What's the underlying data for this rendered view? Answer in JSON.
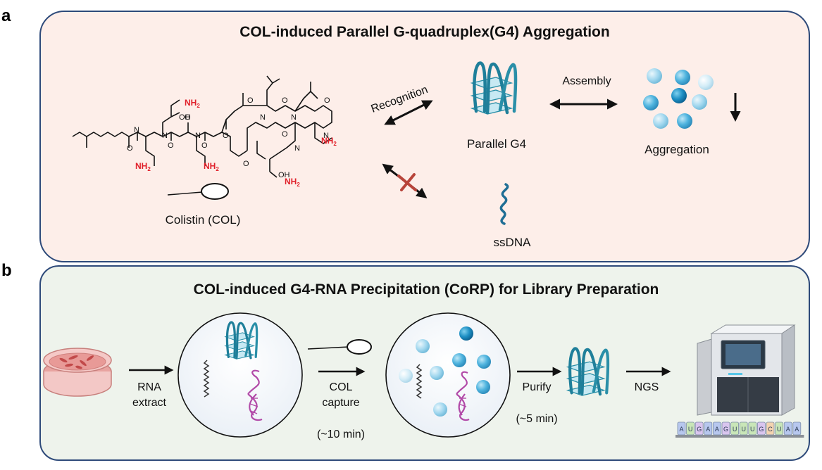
{
  "panel_a": {
    "letter": "a",
    "title": "COL-induced Parallel G-quadruplex(G4) Aggregation",
    "recognition_label": "Recognition",
    "assembly_label": "Assembly",
    "parallel_g4_label": "Parallel G4",
    "aggregation_label": "Aggregation",
    "ssdna_label": "ssDNA",
    "colistin_label": "Colistin (COL)",
    "chem": {
      "oh": "OH",
      "nh2": "NH",
      "nh2_sub": "2",
      "o": "O",
      "n": "N",
      "h": "H"
    }
  },
  "panel_b": {
    "letter": "b",
    "title": "COL-induced G4-RNA Precipitation (CoRP) for Library Preparation",
    "step1_line1": "RNA",
    "step1_line2": "extract",
    "step2_line1": "COL",
    "step2_line2": "capture",
    "step2_time": "(~10 min)",
    "step3_line1": "Purify",
    "step3_time": "(~5 min)",
    "step4_line1": "NGS",
    "sequence": [
      "A",
      "U",
      "G",
      "A",
      "A",
      "G",
      "U",
      "U",
      "U",
      "G",
      "C",
      "U",
      "A",
      "A"
    ]
  },
  "colors": {
    "panel_a_fill": "#fdeee9",
    "panel_b_fill": "#eef3ec",
    "panel_border": "#2e4a7a",
    "amine_red": "#e0202a",
    "g4_teal": "#2a8fa8",
    "cross_red": "#b8443a",
    "rna_purple": "#b24aa8"
  }
}
